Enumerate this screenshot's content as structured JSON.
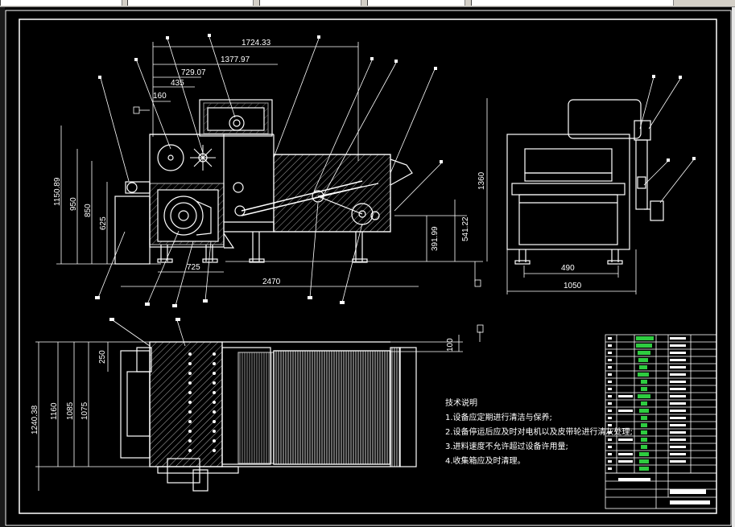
{
  "toolbar": {
    "segments": [
      "",
      "",
      "",
      "",
      ""
    ]
  },
  "dimensions": {
    "d1724": "1724.33",
    "d1377": "1377.97",
    "d729": "729.07",
    "d435": "435",
    "d160": "160",
    "d1150": "1150.89",
    "d950": "950",
    "d850": "850",
    "d625": "625",
    "d725": "725",
    "d2470": "2470",
    "d1360": "1360",
    "d391": "391.99",
    "d541": "541.22",
    "d490": "490",
    "d1050": "1050",
    "d250": "250",
    "d1160": "1160",
    "d1085": "1085",
    "d1075": "1075",
    "d1240": "1240.38",
    "d100": "100"
  },
  "notes": {
    "title": "技术说明",
    "items": [
      "1.设备应定期进行清洁与保养;",
      "2.设备停运后应及时对电机以及皮带轮进行清灰处理;",
      "3.进料速度不允许超过设备许用量;",
      "4.收集箱应及时清理。"
    ]
  }
}
